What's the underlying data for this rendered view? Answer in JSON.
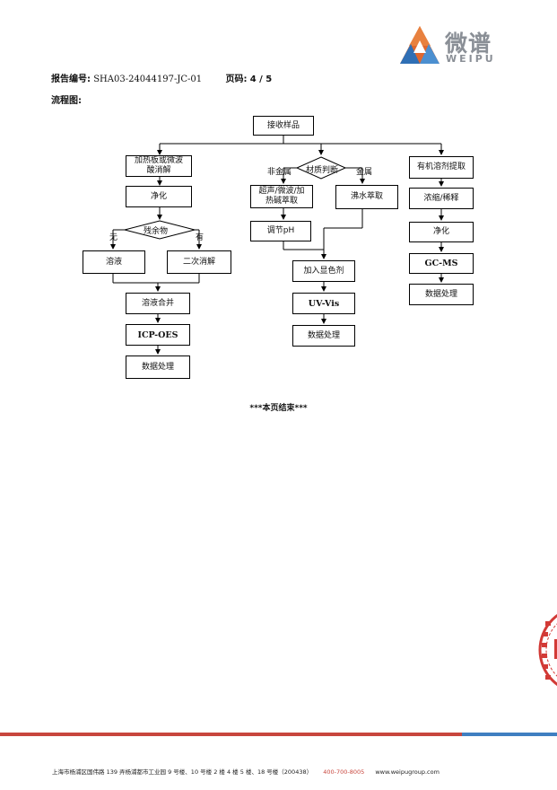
{
  "header": {
    "logo_cn": "微谱",
    "logo_en": "WEIPU"
  },
  "report": {
    "number_label": "报告编号:",
    "number_value": "SHA03-24044197-JC-01",
    "page_label": "页码:",
    "page_value": "4 / 5"
  },
  "flowchart": {
    "title": "流程图:",
    "receive": "接收样品",
    "left": {
      "digest_line1": "加热板或微波",
      "digest_line2": "酸消解",
      "purify": "净化",
      "residue": "残余物",
      "no": "无",
      "yes": "有",
      "solution": "溶液",
      "second_digest": "二次消解",
      "merge": "溶液合并",
      "icp": "ICP-OES",
      "data": "数据处理"
    },
    "middle": {
      "material": "材质判断",
      "nonmetal": "非金属",
      "metal": "金属",
      "ultra_line1": "超声/微波/加",
      "ultra_line2": "热碱萃取",
      "boil": "沸水萃取",
      "ph": "调节pH",
      "color": "加入显色剂",
      "uvvis": "UV-Vis",
      "data": "数据处理"
    },
    "right": {
      "extract": "有机溶剂提取",
      "concentrate": "浓缩/稀释",
      "purify": "净化",
      "gcms": "GC-MS",
      "data": "数据处理"
    }
  },
  "end_text": "***本页结束***",
  "footer": {
    "address": "上海市杨浦区国伟路 139 弄杨浦都市工业园 9 号楼、10 号楼 2 楼 4 楼 5 楼、18 号楼（200438）",
    "phone": "400-700-8005",
    "website": "www.weipugroup.com"
  },
  "colors": {
    "brand_red": "#c8463d",
    "brand_blue": "#3f7fc1",
    "logo_gray": "#8a8f96"
  }
}
